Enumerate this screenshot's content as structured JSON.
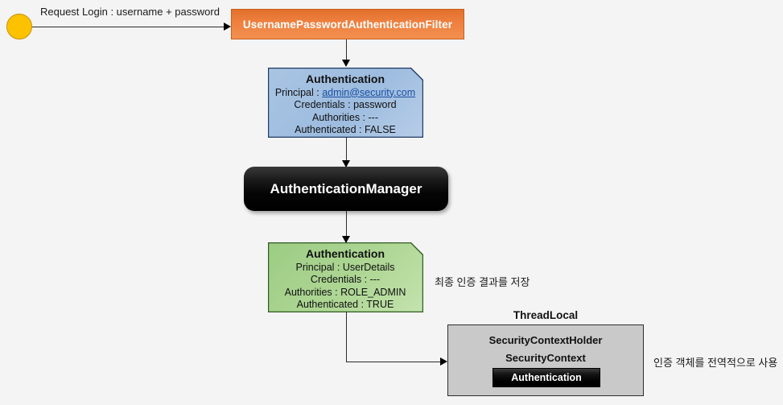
{
  "diagram": {
    "background_color": "#f4f4f4",
    "start_node": {
      "name": "start-node",
      "color": "#fcc200"
    },
    "edges": [
      {
        "id": "request-login",
        "label": "Request Login : username + password"
      }
    ],
    "filter": {
      "label": "UsernamePasswordAuthenticationFilter",
      "color": "#ef8040"
    },
    "auth_before": {
      "title": "Authentication",
      "principal_label": "Principal : ",
      "principal_value": "admin@security.com",
      "credentials": "Credentials : password",
      "authorities": "Authorities : ---",
      "authenticated": "Authenticated : FALSE",
      "color": "#9dbcdf"
    },
    "manager": {
      "label": "AuthenticationManager",
      "color": "#000000"
    },
    "auth_after": {
      "title": "Authentication",
      "principal": "Principal : UserDetails",
      "credentials": "Credentials : ---",
      "authorities": "Authorities : ROLE_ADMIN",
      "authenticated": "Authenticated : TRUE",
      "color": "#aed694"
    },
    "notes": {
      "store_result": "최종 인증 결과를 저장",
      "global_usage": "인증 객체를 전역적으로 사용"
    },
    "thread_local": {
      "title": "ThreadLocal",
      "holder": "SecurityContextHolder",
      "context": "SecurityContext",
      "authentication": "Authentication",
      "color": "#c9c9c9"
    }
  }
}
